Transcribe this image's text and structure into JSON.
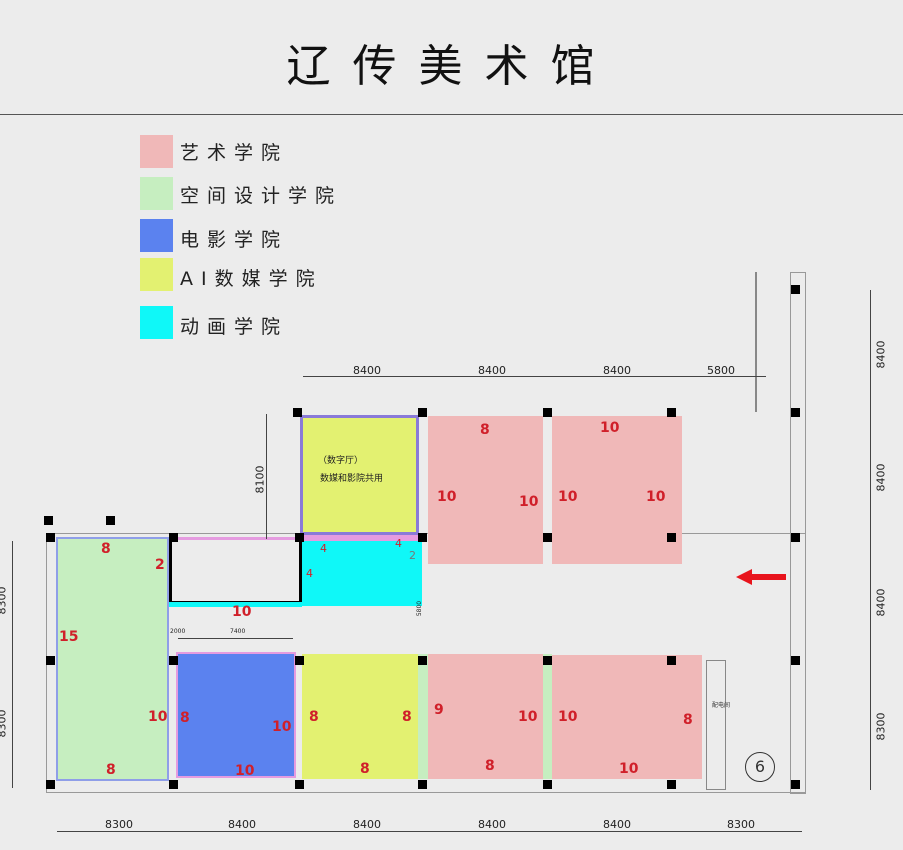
{
  "title": "辽传美术馆",
  "legend": [
    {
      "label": "艺术学院",
      "color": "#f0b8b8"
    },
    {
      "label": "空间设计学院",
      "color": "#c6eec0"
    },
    {
      "label": "电影学院",
      "color": "#5b82ef"
    },
    {
      "label": "AI数媒学院",
      "color": "#e3f171"
    },
    {
      "label": "动画学院",
      "color": "#0ff8f8"
    }
  ],
  "digital_hall": {
    "line1": "（数字厅）",
    "line2": "数媒和影院共用"
  },
  "rooms": {
    "green": [
      "8",
      "2",
      "15",
      "10",
      "8"
    ],
    "empty": [
      "10"
    ],
    "blue": [
      "8",
      "10",
      "10"
    ],
    "cyan": [
      "4",
      "4",
      "4",
      "2"
    ],
    "yellow_low": [
      "8",
      "8",
      "8"
    ],
    "pink_low1": [
      "9",
      "10",
      "8"
    ],
    "pink_low2": [
      "10",
      "8",
      "10"
    ],
    "pink_up1": [
      "8",
      "10",
      "10"
    ],
    "pink_up2": [
      "10",
      "10",
      "10"
    ]
  },
  "dims": {
    "top": [
      "8400",
      "8400",
      "8400",
      "5800"
    ],
    "left_upper": "8100",
    "bottom": [
      "8300",
      "8400",
      "8400",
      "8400",
      "8400",
      "8300"
    ],
    "right": [
      "8400",
      "8400",
      "8400",
      "8300"
    ],
    "left": [
      "8300",
      "8300"
    ],
    "small": [
      "2000",
      "7400",
      "5800"
    ]
  },
  "stair_label": "配电间",
  "axis_marker": "6"
}
